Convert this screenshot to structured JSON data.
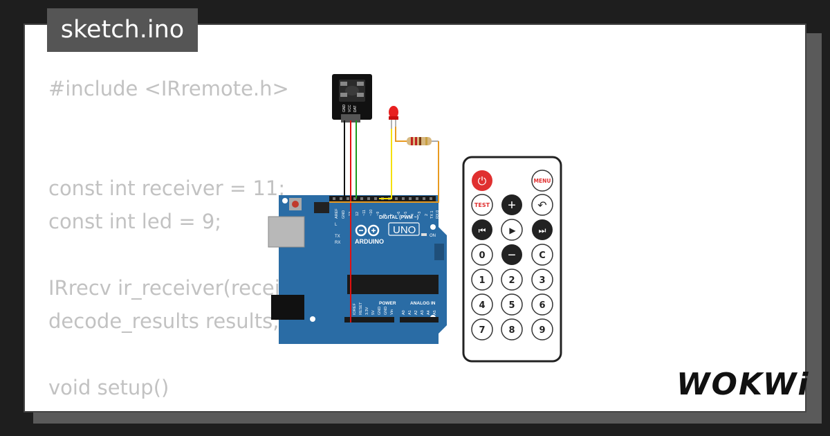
{
  "tab": {
    "filename": "sketch.ino"
  },
  "code": {
    "lines": [
      "#include <IRremote.h>",
      "",
      "",
      "const int receiver = 11;",
      "const int led = 9;",
      "",
      "IRrecv ir_receiver(receiver);",
      "decode_results results;",
      "",
      "void setup()",
      "{"
    ]
  },
  "arduino": {
    "brand": "ARDUINO",
    "model": "UNO",
    "digital_label": "DIGITAL (PWM ~)",
    "power_label": "POWER",
    "analog_label": "ANALOG IN",
    "on_label": "ON",
    "tx_label": "TX",
    "rx_label": "RX",
    "l_label": "L",
    "aref_label": "AREF",
    "gnd_label": "GND",
    "digital_pins": [
      "13",
      "12",
      "~11",
      "~10",
      "~9",
      "8",
      "7",
      "~6",
      "~5",
      "4",
      "~3",
      "2",
      "TX 1",
      "RX 0"
    ],
    "power_pins": [
      "IOREF",
      "RESET",
      "3.3V",
      "5V",
      "GND",
      "GND",
      "Vin"
    ],
    "analog_pins": [
      "A0",
      "A1",
      "A2",
      "A3",
      "A4",
      "A5"
    ]
  },
  "ir_receiver": {
    "pin_labels": [
      "GND",
      "VCC",
      "DAT"
    ]
  },
  "remote": {
    "menu_label": "MENU",
    "test_label": "TEST",
    "plus_label": "+",
    "minus_label": "−",
    "play_label": "▶",
    "prev_label": "⏮",
    "next_label": "⏭",
    "back_label": "↶",
    "power_label": "⏻",
    "digits": [
      "0",
      "C",
      "1",
      "2",
      "3",
      "4",
      "5",
      "6",
      "7",
      "8",
      "9"
    ]
  },
  "brand": {
    "logo_text": "WOKWi"
  },
  "colors": {
    "board": "#2a6ca5",
    "remote_red": "#e03030",
    "wire_black": "#111111",
    "wire_red": "#e01010",
    "wire_green": "#1a9a1a",
    "wire_yellow": "#f5e000",
    "wire_orange": "#e89a20"
  }
}
